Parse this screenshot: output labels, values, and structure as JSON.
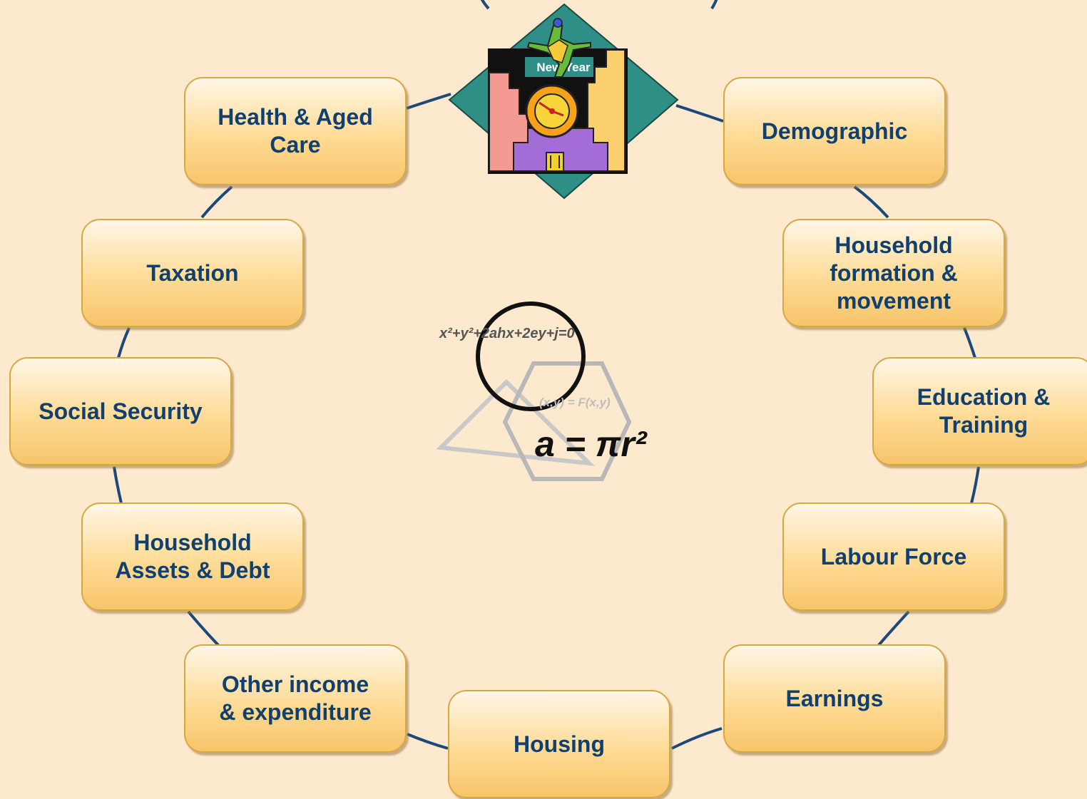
{
  "nodes": [
    {
      "id": "health",
      "label": "Health & Aged\nCare"
    },
    {
      "id": "demographic",
      "label": "Demographic"
    },
    {
      "id": "taxation",
      "label": "Taxation"
    },
    {
      "id": "household-formation",
      "label": "Household\nformation &\nmovement"
    },
    {
      "id": "social-security",
      "label": "Social Security"
    },
    {
      "id": "education",
      "label": "Education &\nTraining"
    },
    {
      "id": "assets-debt",
      "label": "Household\nAssets & Debt"
    },
    {
      "id": "labour-force",
      "label": "Labour Force"
    },
    {
      "id": "other-income",
      "label": "Other income\n& expenditure"
    },
    {
      "id": "earnings",
      "label": "Earnings"
    },
    {
      "id": "housing",
      "label": "Housing"
    }
  ],
  "clip_art": {
    "clock_sign": "New Year",
    "formula_top": "x²+y²+2ahx+2ey+j=0",
    "formula_mid": "(x,y) = F(x,y)",
    "formula_area": "a = πr²"
  },
  "colors": {
    "background": "#fde9ce",
    "node_text": "#11406e",
    "connector": "#1b4a7a",
    "diamond": "#2f8f86"
  }
}
